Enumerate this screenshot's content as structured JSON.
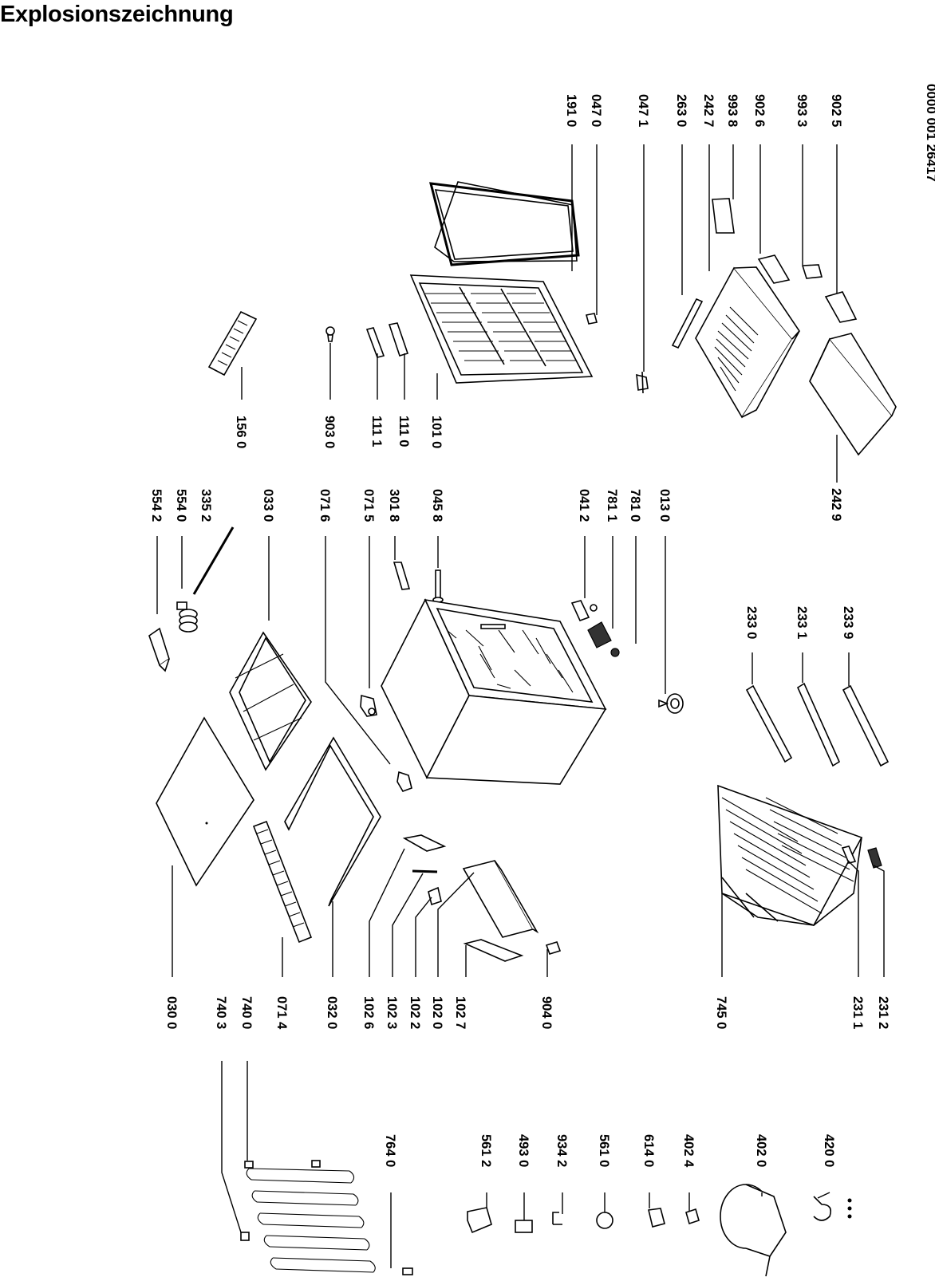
{
  "page": {
    "title": "Explosionszeichnung",
    "reference_number": "0000 001 26417"
  },
  "parts": [
    {
      "id": "554 2"
    },
    {
      "id": "554 0"
    },
    {
      "id": "335 2"
    },
    {
      "id": "033 0"
    },
    {
      "id": "071 6"
    },
    {
      "id": "071 5"
    },
    {
      "id": "301 8"
    },
    {
      "id": "045 8"
    },
    {
      "id": "041 2"
    },
    {
      "id": "781 1"
    },
    {
      "id": "781 0"
    },
    {
      "id": "013 0"
    },
    {
      "id": "156 0"
    },
    {
      "id": "903 0"
    },
    {
      "id": "111 1"
    },
    {
      "id": "111 0"
    },
    {
      "id": "101 0"
    },
    {
      "id": "191 0"
    },
    {
      "id": "047 0"
    },
    {
      "id": "047 1"
    },
    {
      "id": "263 0"
    },
    {
      "id": "242 7"
    },
    {
      "id": "993 8"
    },
    {
      "id": "902 6"
    },
    {
      "id": "993 3"
    },
    {
      "id": "902 5"
    },
    {
      "id": "242 9"
    },
    {
      "id": "233 0"
    },
    {
      "id": "233 1"
    },
    {
      "id": "233 9"
    },
    {
      "id": "030 0"
    },
    {
      "id": "740 3"
    },
    {
      "id": "740 0"
    },
    {
      "id": "071 4"
    },
    {
      "id": "032 0"
    },
    {
      "id": "102 6"
    },
    {
      "id": "102 3"
    },
    {
      "id": "102 2"
    },
    {
      "id": "102 0"
    },
    {
      "id": "102 7"
    },
    {
      "id": "904 0"
    },
    {
      "id": "745 0"
    },
    {
      "id": "231 1"
    },
    {
      "id": "231 2"
    },
    {
      "id": "764 0"
    },
    {
      "id": "561 2"
    },
    {
      "id": "493 0"
    },
    {
      "id": "934 2"
    },
    {
      "id": "561 0"
    },
    {
      "id": "614 0"
    },
    {
      "id": "402 4"
    },
    {
      "id": "402 0"
    },
    {
      "id": "420 0"
    }
  ]
}
